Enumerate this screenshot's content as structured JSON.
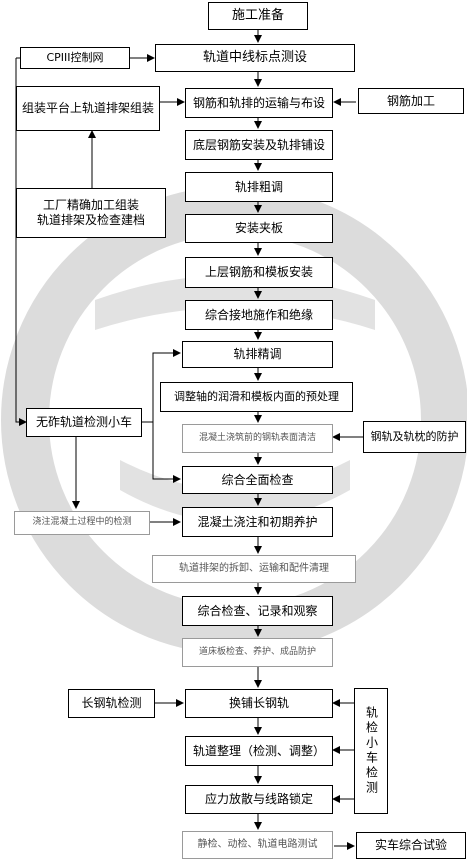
{
  "flow": {
    "s01": "施工准备",
    "s02": "轨道中线标点测设",
    "s03": "钢筋和轨排的运输与布设",
    "s04": "底层钢筋安装及轨排铺设",
    "s05": "轨排粗调",
    "s06": "安装夹板",
    "s07": "上层钢筋和模板安装",
    "s08": "综合接地施作和绝缘",
    "s09": "轨排精调",
    "s10": "调整轴的润滑和模板内面的预处理",
    "s11": "混凝土浇筑前的钢轨表面清洁",
    "s12": "综合全面检查",
    "s13": "混凝土浇注和初期养护",
    "s14": "轨道排架的拆卸、运输和配件清理",
    "s15": "综合检查、记录和观察",
    "s16": "道床板检查、养护、成品防护",
    "s17": "换铺长钢轨",
    "s18": "轨道整理（检测、调整）",
    "s19": "应力放散与线路锁定",
    "s20": "静检、动检、轨道电路测试"
  },
  "side": {
    "cpiii": "CPIII控制网",
    "rebar_process": "钢筋加工",
    "assembly_platform": "组装平台上轨道排架组装",
    "factory_line1": "工厂精确加工组装",
    "factory_line2": "轨道排架及检查建档",
    "track_car": "无砟轨道检测小车",
    "rail_protect": "钢轨及轨枕的防护",
    "pour_check": "浇注混凝土过程中的检测",
    "long_rail_check": "长钢轨检测",
    "track_car_vertical": "轨检小车检测",
    "final_test": "实车综合试验"
  }
}
